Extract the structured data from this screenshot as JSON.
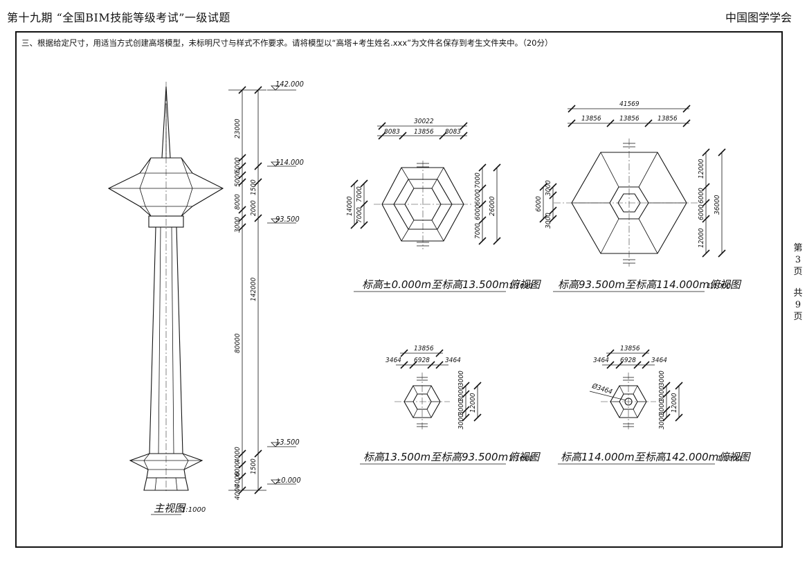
{
  "header": {
    "title": "第十九期 “全国BIM技能等级考试”一级试题",
    "org": "中国图学学会"
  },
  "instruction": "三、根据给定尺寸，用适当方式创建高塔模型，未标明尺寸与样式不作要求。请将模型以“高塔+考生姓名.xxx”为文件名保存到考生文件夹中。（20分）",
  "page_info": [
    "第",
    "3",
    "页",
    "共",
    "9",
    "页"
  ],
  "front_view": {
    "caption": "主视图",
    "scale": "1:1000",
    "elevations": [
      "142.000",
      "114.000",
      "93.500",
      "13.500",
      "±0.000"
    ],
    "dims_left": [
      "23000",
      "6000",
      "5000",
      "8000",
      "3000",
      "80000",
      "4000",
      "6000",
      "4000",
      "4000"
    ],
    "dims_right": [
      "1500",
      "2000",
      "142000",
      "1500"
    ]
  },
  "plan_1": {
    "caption": "标高±0.000m至标高13.500m俯视图",
    "scale": "1:1000",
    "dims_top": [
      "30022",
      "8083",
      "13856",
      "8083"
    ],
    "dims_left": [
      "14000",
      "7000",
      "7000"
    ],
    "dims_right": [
      "7000",
      "6000",
      "6000",
      "7000",
      "26000"
    ]
  },
  "plan_2": {
    "caption": "标高93.500m至标高114.000m俯视图",
    "scale": "1:1000",
    "dims_top": [
      "41569",
      "13856",
      "13856",
      "13856"
    ],
    "dims_left": [
      "3000",
      "6000",
      "3000"
    ],
    "dims_right": [
      "12000",
      "6000",
      "6000",
      "12000",
      "36000"
    ]
  },
  "plan_3": {
    "caption": "标高13.500m至标高93.500m俯视图",
    "scale": "1:1000",
    "dims_top": [
      "13856",
      "3464",
      "6928",
      "3464"
    ],
    "dims_right": [
      "3000",
      "3000",
      "3000",
      "3000",
      "12000"
    ]
  },
  "plan_4": {
    "caption": "标高114.000m至标高142.000m俯视图",
    "scale": "1:1000",
    "dims_top": [
      "13856",
      "3464",
      "6928",
      "3464"
    ],
    "diameter": "Ø3464",
    "dims_right": [
      "3000",
      "3000",
      "3000",
      "3000",
      "12000"
    ]
  }
}
